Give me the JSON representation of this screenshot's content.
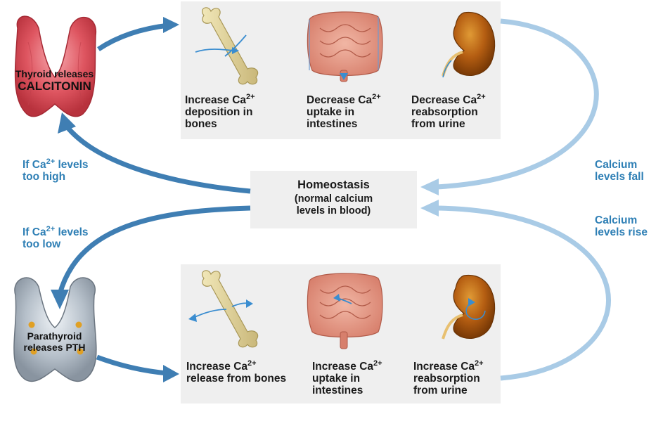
{
  "top_actions": [
    {
      "prefix": "Increase Ca",
      "sup": "2+",
      "line2": "deposition in",
      "line3": "bones"
    },
    {
      "prefix": "Decrease Ca",
      "sup": "2+",
      "line2": "uptake in",
      "line3": "intestines"
    },
    {
      "prefix": "Decrease Ca",
      "sup": "2+",
      "line2": "reabsorption",
      "line3": "from urine"
    }
  ],
  "bottom_actions": [
    {
      "prefix": "Increase Ca",
      "sup": "2+",
      "line2": "release from bones",
      "line3": ""
    },
    {
      "prefix": "Increase Ca",
      "sup": "2+",
      "line2": "uptake in",
      "line3": "intestines"
    },
    {
      "prefix": "Increase Ca",
      "sup": "2+",
      "line2": "reabsorption",
      "line3": "from urine"
    }
  ],
  "homeostasis": {
    "title": "Homeostasis",
    "line2": "(normal calcium",
    "line3": "levels in blood)"
  },
  "thyroid": {
    "line1": "Thyroid releases",
    "line2": "CALCITONIN"
  },
  "parathyroid": {
    "line1": "Parathyroid",
    "line2": "releases PTH"
  },
  "conditions": {
    "high": {
      "prefix": "If Ca",
      "sup": "2+",
      "suffix": " levels",
      "line2": "too high"
    },
    "low": {
      "prefix": "If Ca",
      "sup": "2+",
      "suffix": " levels",
      "line2": "too low"
    }
  },
  "outcomes": {
    "fall": {
      "line1": "Calcium",
      "line2": "levels fall"
    },
    "rise": {
      "line1": "Calcium",
      "line2": "levels rise"
    }
  },
  "colors": {
    "arrow_dark": "#3f7eb3",
    "arrow_light": "#a9cbe6",
    "panel": "#efefef",
    "label_blue": "#2e7fb5"
  }
}
